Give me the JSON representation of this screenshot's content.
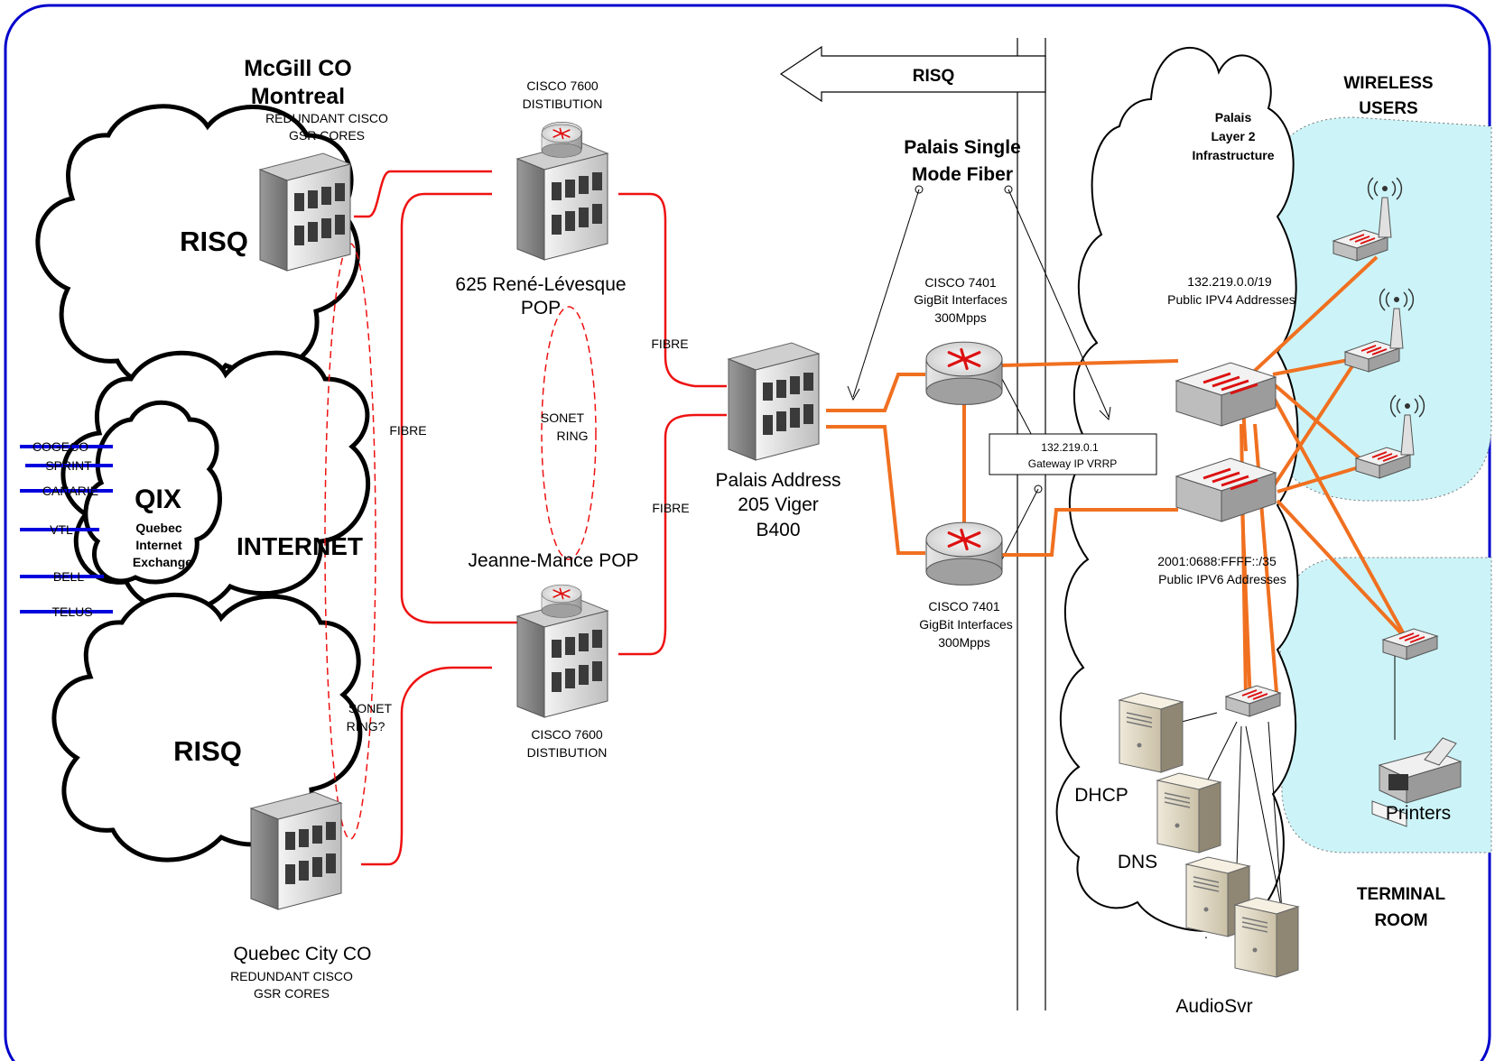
{
  "clouds": {
    "risq_top": "RISQ",
    "internet": "INTERNET",
    "risq_bottom": "RISQ",
    "qix_title": "QIX",
    "qix_sub": [
      "Quebec",
      "Internet",
      "Exchange"
    ],
    "palais_l2": [
      "Palais",
      "Layer 2",
      "Infrastructure"
    ]
  },
  "peers": [
    "COGECO",
    "SPRINT",
    "CANARIE",
    "VTL",
    "BELL",
    "TELUS"
  ],
  "sites": {
    "mcgill": [
      "McGill CO",
      "Montreal"
    ],
    "mcgill_sub": [
      "REDUNDANT CISCO",
      "GSR CORES"
    ],
    "quebec": "Quebec City CO",
    "quebec_sub": [
      "REDUNDANT CISCO",
      "GSR CORES"
    ],
    "cisco7600_top": [
      "CISCO 7600",
      "DISTIBUTION"
    ],
    "rene_levesque": [
      "625 René-Lévesque",
      "POP"
    ],
    "jeanne_mance": "Jeanne-Mance POP",
    "cisco7600_bottom": [
      "CISCO 7600",
      "DISTIBUTION"
    ],
    "palais": [
      "Palais Address",
      "205 Viger",
      "B400"
    ]
  },
  "links": {
    "fibre": "FIBRE",
    "sonet_ring": [
      "SONET",
      "RING"
    ],
    "sonet_ring_q": [
      "SONET",
      "RING?"
    ]
  },
  "core": {
    "risq_arrow": "RISQ",
    "fiber": [
      "Palais Single",
      "Mode Fiber"
    ],
    "cisco7401_top": [
      "CISCO 7401",
      "GigBit Interfaces",
      "300Mpps"
    ],
    "cisco7401_bottom": [
      "CISCO 7401",
      "GigBit Interfaces",
      "300Mpps"
    ],
    "gateway": [
      "132.219.0.1",
      "Gateway IP VRRP"
    ],
    "ipv4": [
      "132.219.0.0/19",
      "Public IPV4 Addresses"
    ],
    "ipv6": [
      "2001:0688:FFFF::/35",
      "Public IPV6 Addresses"
    ]
  },
  "right": {
    "wireless": [
      "WIRELESS",
      "USERS"
    ],
    "terminal": [
      "TERMINAL",
      "ROOM"
    ],
    "printers": "Printers",
    "dhcp": "DHCP",
    "dns": "DNS",
    "audiosvr": "AudioSvr",
    "dot": "."
  },
  "colors": {
    "frame": "#0000cc",
    "red_link": "#ee1111",
    "orange_link": "#f07020",
    "peer_blue": "#0000dd",
    "cyan_zone": "#ccf4f8"
  }
}
